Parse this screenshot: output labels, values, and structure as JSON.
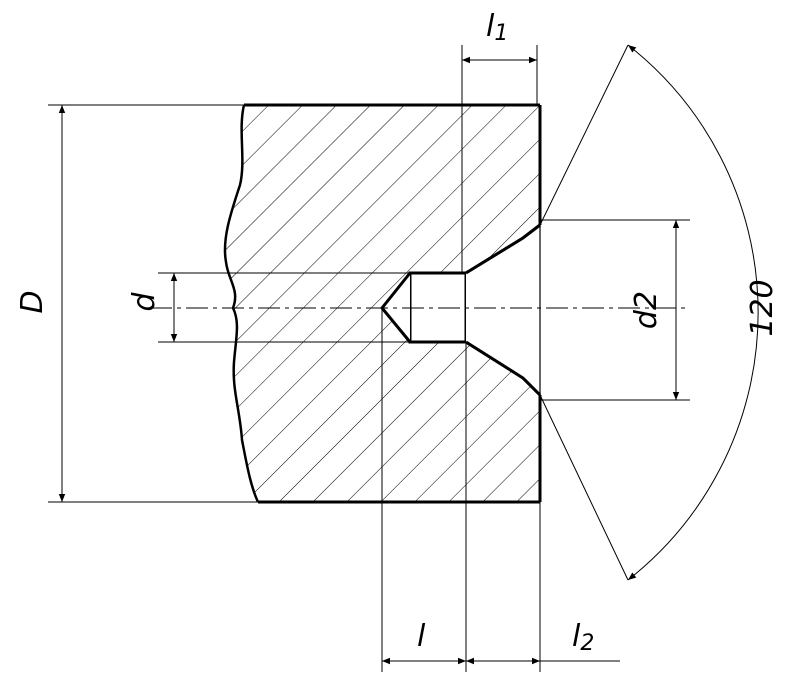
{
  "drawing": {
    "labels": {
      "D": "D",
      "d": "d",
      "d2": "d2",
      "angle": "120",
      "l": "l",
      "l1_main": "l",
      "l1_sub": "1",
      "l2_main": "l",
      "l2_sub": "2"
    },
    "colors": {
      "line": "#000000",
      "background": "#ffffff"
    }
  }
}
